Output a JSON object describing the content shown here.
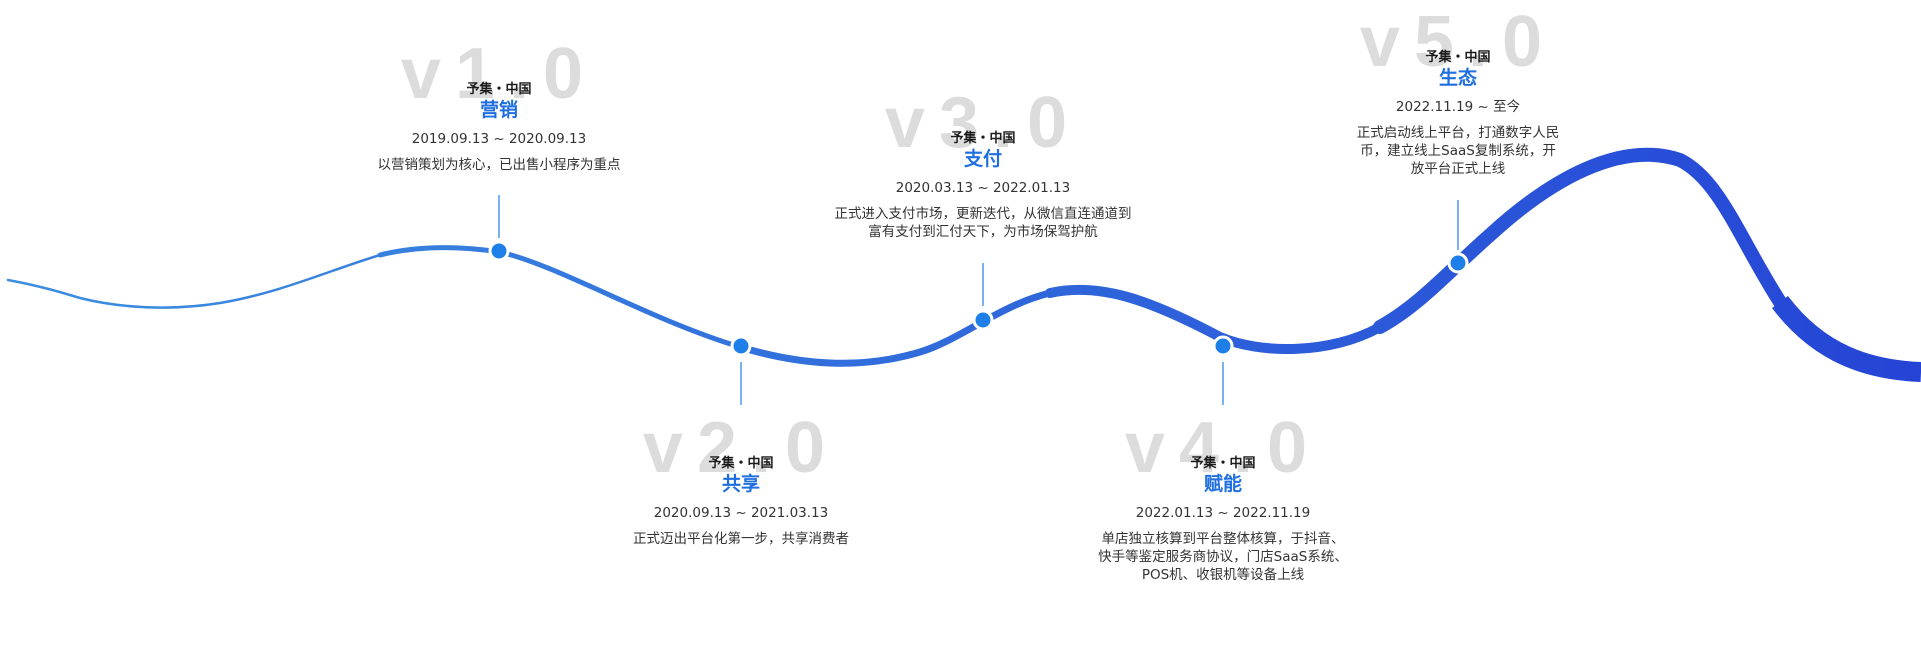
{
  "colors": {
    "curve_start": "#3b8fe0",
    "curve_end": "#2544d6",
    "dot_fill": "#1f7fe8",
    "connector": "#1f7fe8",
    "title": "#1f6fe0",
    "version_watermark": "#dcdcdc"
  },
  "milestones": [
    {
      "version": "v1.0",
      "brand": "予集・中国",
      "title": "营销",
      "dates": "2019.09.13 ~ 2020.09.13",
      "description": "以营销策划为核心，已出售小程序为重点"
    },
    {
      "version": "v2.0",
      "brand": "予集・中国",
      "title": "共享",
      "dates": "2020.09.13 ~ 2021.03.13",
      "description": "正式迈出平台化第一步，共享消费者"
    },
    {
      "version": "v3.0",
      "brand": "予集・中国",
      "title": "支付",
      "dates": "2020.03.13 ~ 2022.01.13",
      "description": "正式进入支付市场，更新迭代，从微信直连通道到富有支付到汇付天下，为市场保驾护航"
    },
    {
      "version": "v4.0",
      "brand": "予集・中国",
      "title": "赋能",
      "dates": "2022.01.13 ~ 2022.11.19",
      "description": "单店独立核算到平台整体核算，于抖音、快手等鉴定服务商协议，门店SaaS系统、POS机、收银机等设备上线"
    },
    {
      "version": "v5.0",
      "brand": "予集・中国",
      "title": "生态",
      "dates": "2022.11.19 ~ 至今",
      "description": "正式启动线上平台，打通数字人民币，建立线上SaaS复制系统，开放平台正式上线"
    }
  ]
}
